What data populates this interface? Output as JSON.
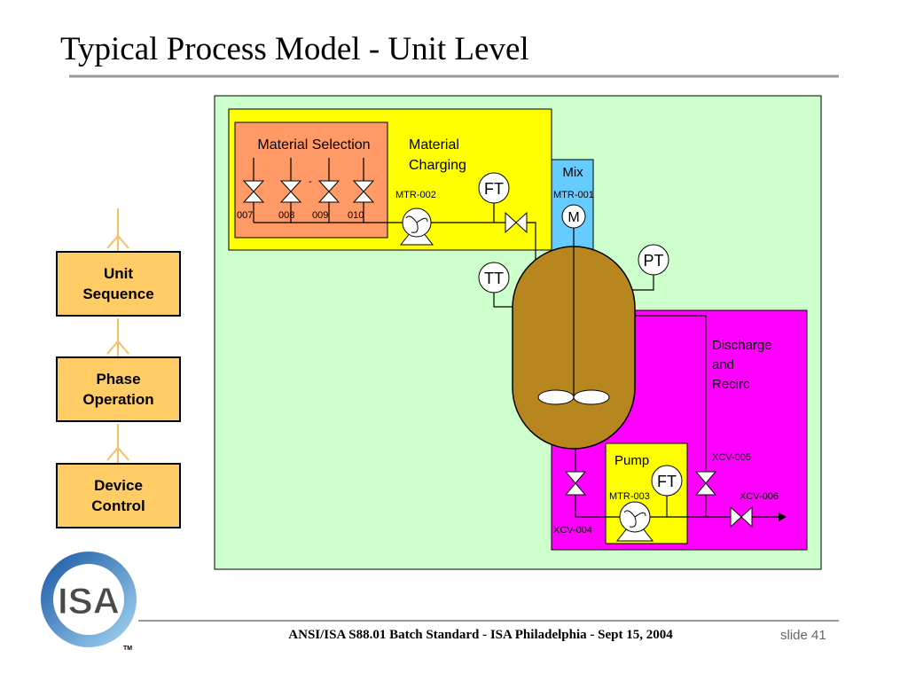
{
  "title": "Typical Process Model - Unit Level",
  "levels": [
    {
      "lines": [
        "Unit",
        "Sequence"
      ]
    },
    {
      "lines": [
        "Phase",
        "Operation"
      ]
    },
    {
      "lines": [
        "Device",
        "Control"
      ]
    }
  ],
  "diagram": {
    "material_selection": "Material Selection",
    "material_charging": [
      "Material",
      "Charging"
    ],
    "selection_dash": "-",
    "selection_valves": [
      "007",
      "008",
      "009",
      "010"
    ],
    "mtr_002": "MTR-002",
    "mix": "Mix",
    "mtr_001": "MTR-001",
    "discharge": [
      "Discharge",
      "and",
      "Recirc"
    ],
    "pump": "Pump",
    "mtr_003": "MTR-003",
    "xcv_004": "XCV-004",
    "xcv_005": "XCV-005",
    "xcv_006": "XCV-006",
    "instruments": {
      "ft_charge": "FT",
      "motor_mix": "M",
      "tt": "TT",
      "pt": "PT",
      "ft_pump": "FT"
    }
  },
  "footer": {
    "text": "ANSI/ISA S88.01 Batch Standard - ISA Philadelphia - Sept 15, 2004",
    "slide": "slide 41"
  },
  "logo": {
    "text": "ISA",
    "tm": "TM"
  },
  "colors": {
    "unit_area": "#ccffcc",
    "charging": "#ffff00",
    "selection": "#ff9966",
    "mix": "#66ccff",
    "discharge": "#ff00ff",
    "pump": "#ffff00",
    "vessel": "#b8861e",
    "level_box": "#ffcc66",
    "level_link": "#f5c063",
    "rule": "#999999"
  }
}
